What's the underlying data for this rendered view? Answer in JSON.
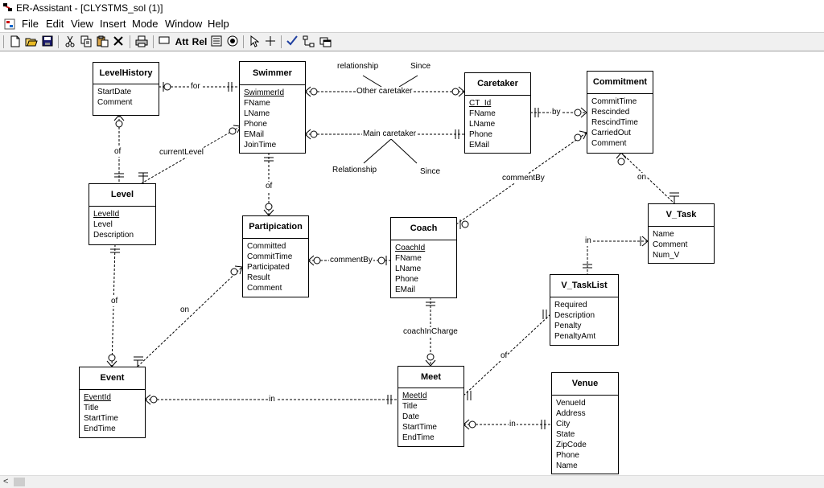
{
  "window": {
    "title": "ER-Assistant - [CLYSTMS_sol (1)]"
  },
  "menu": [
    "File",
    "Edit",
    "View",
    "Insert",
    "Mode",
    "Window",
    "Help"
  ],
  "toolbar": {
    "att_label": "Att",
    "rel_label": "Rel",
    "icons": [
      "new-icon",
      "open-icon",
      "save-icon",
      "cut-icon",
      "copy-icon",
      "paste-icon",
      "delete-icon",
      "print-icon",
      "entity-icon",
      "attribute-icon",
      "relationship-icon",
      "grid-icon",
      "info-icon",
      "pointer-icon",
      "crosshair-icon",
      "check-icon",
      "layout-icon",
      "window-icon"
    ]
  },
  "entities": [
    {
      "id": "levelhistory",
      "name": "LevelHistory",
      "attributes": [
        {
          "name": "StartDate",
          "key": false
        },
        {
          "name": "Comment",
          "key": false
        }
      ]
    },
    {
      "id": "swimmer",
      "name": "Swimmer",
      "attributes": [
        {
          "name": "SwimmerId",
          "key": true
        },
        {
          "name": "FName",
          "key": false
        },
        {
          "name": "LName",
          "key": false
        },
        {
          "name": "Phone",
          "key": false
        },
        {
          "name": "EMail",
          "key": false
        },
        {
          "name": "JoinTime",
          "key": false
        }
      ]
    },
    {
      "id": "caretaker",
      "name": "Caretaker",
      "attributes": [
        {
          "name": "CT_Id",
          "key": true
        },
        {
          "name": "FName",
          "key": false
        },
        {
          "name": "LName",
          "key": false
        },
        {
          "name": "Phone",
          "key": false
        },
        {
          "name": "EMail",
          "key": false
        }
      ]
    },
    {
      "id": "commitment",
      "name": "Commitment",
      "attributes": [
        {
          "name": "CommitTime",
          "key": false
        },
        {
          "name": "Rescinded",
          "key": false
        },
        {
          "name": "RescindTime",
          "key": false
        },
        {
          "name": "CarriedOut",
          "key": false
        },
        {
          "name": "Comment",
          "key": false
        }
      ]
    },
    {
      "id": "level",
      "name": "Level",
      "attributes": [
        {
          "name": "LevelId",
          "key": true
        },
        {
          "name": "Level",
          "key": false
        },
        {
          "name": "Description",
          "key": false
        }
      ]
    },
    {
      "id": "partipication",
      "name": "Partipication",
      "attributes": [
        {
          "name": "Committed",
          "key": false
        },
        {
          "name": "CommitTime",
          "key": false
        },
        {
          "name": "Participated",
          "key": false
        },
        {
          "name": "Result",
          "key": false
        },
        {
          "name": "Comment",
          "key": false
        }
      ]
    },
    {
      "id": "coach",
      "name": "Coach",
      "attributes": [
        {
          "name": "CoachId",
          "key": true
        },
        {
          "name": "FName",
          "key": false
        },
        {
          "name": "LName",
          "key": false
        },
        {
          "name": "Phone",
          "key": false
        },
        {
          "name": "EMail",
          "key": false
        }
      ]
    },
    {
      "id": "vtask",
      "name": "V_Task",
      "attributes": [
        {
          "name": "Name",
          "key": false
        },
        {
          "name": "Comment",
          "key": false
        },
        {
          "name": "Num_V",
          "key": false
        }
      ]
    },
    {
      "id": "vtasklist",
      "name": "V_TaskList",
      "attributes": [
        {
          "name": "Required",
          "key": false
        },
        {
          "name": "Description",
          "key": false
        },
        {
          "name": "Penalty",
          "key": false
        },
        {
          "name": "PenaltyAmt",
          "key": false
        }
      ]
    },
    {
      "id": "event",
      "name": "Event",
      "attributes": [
        {
          "name": "EventId",
          "key": true
        },
        {
          "name": "Title",
          "key": false
        },
        {
          "name": "StartTime",
          "key": false
        },
        {
          "name": "EndTime",
          "key": false
        }
      ]
    },
    {
      "id": "meet",
      "name": "Meet",
      "attributes": [
        {
          "name": "MeetId",
          "key": true
        },
        {
          "name": "Title",
          "key": false
        },
        {
          "name": "Date",
          "key": false
        },
        {
          "name": "StartTime",
          "key": false
        },
        {
          "name": "EndTime",
          "key": false
        }
      ]
    },
    {
      "id": "venue",
      "name": "Venue",
      "attributes": [
        {
          "name": "VenueId",
          "key": false
        },
        {
          "name": "Address",
          "key": false
        },
        {
          "name": "City",
          "key": false
        },
        {
          "name": "State",
          "key": false
        },
        {
          "name": "ZipCode",
          "key": false
        },
        {
          "name": "Phone",
          "key": false
        },
        {
          "name": "Name",
          "key": false
        }
      ]
    }
  ],
  "relationships": [
    {
      "id": "for",
      "label": "for",
      "from": "levelhistory",
      "to": "swimmer"
    },
    {
      "id": "other_caretaker",
      "label": "Other caretaker",
      "from": "swimmer",
      "to": "caretaker"
    },
    {
      "id": "main_caretaker",
      "label": "Main caretaker",
      "from": "swimmer",
      "to": "caretaker"
    },
    {
      "id": "by",
      "label": "by",
      "from": "caretaker",
      "to": "commitment"
    },
    {
      "id": "of_lh_level",
      "label": "of",
      "from": "levelhistory",
      "to": "level"
    },
    {
      "id": "current_level",
      "label": "currentLevel",
      "from": "swimmer",
      "to": "level"
    },
    {
      "id": "of_sw_part",
      "label": "of",
      "from": "swimmer",
      "to": "partipication"
    },
    {
      "id": "commentby_coach_commit",
      "label": "commentBy",
      "from": "coach",
      "to": "commitment"
    },
    {
      "id": "on_commit_task",
      "label": "on",
      "from": "commitment",
      "to": "vtask"
    },
    {
      "id": "commentby_part_coach",
      "label": "commentBy",
      "from": "partipication",
      "to": "coach"
    },
    {
      "id": "in_task_list",
      "label": "in",
      "from": "vtask",
      "to": "vtasklist"
    },
    {
      "id": "of_level_event",
      "label": "of",
      "from": "level",
      "to": "event"
    },
    {
      "id": "on_event_part",
      "label": "on",
      "from": "event",
      "to": "partipication"
    },
    {
      "id": "coach_in_charge",
      "label": "coachInCharge",
      "from": "coach",
      "to": "meet"
    },
    {
      "id": "of_meet_list",
      "label": "of",
      "from": "meet",
      "to": "vtasklist"
    },
    {
      "id": "in_event_meet",
      "label": "in",
      "from": "event",
      "to": "meet"
    },
    {
      "id": "in_meet_venue",
      "label": "in",
      "from": "meet",
      "to": "venue"
    }
  ],
  "annotations": {
    "relationship_top": "relationship",
    "since_top": "Since",
    "relationship_bottom": "Relationship",
    "since_bottom": "Since"
  }
}
